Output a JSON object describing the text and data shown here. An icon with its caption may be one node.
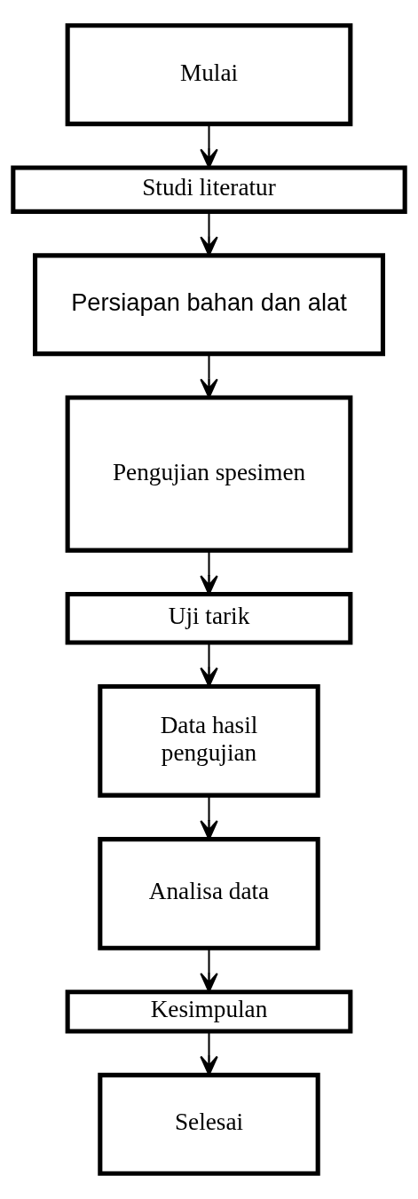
{
  "diagram": {
    "nodes": [
      {
        "text": [
          "Mulai"
        ]
      },
      {
        "text": [
          "Studi literatur"
        ]
      },
      {
        "text": [
          "Persiapan bahan dan alat"
        ]
      },
      {
        "text": [
          "Pengujian spesimen"
        ]
      },
      {
        "text": [
          "Uji tarik"
        ]
      },
      {
        "text": [
          "Data hasil pengujian"
        ]
      },
      {
        "text": [
          "Analisa data"
        ]
      },
      {
        "text": [
          "Kesimpulan"
        ]
      },
      {
        "text": [
          "Selesai"
        ]
      }
    ],
    "edges": [
      {
        "from": 0,
        "to": 1,
        "arrow": "to"
      },
      {
        "from": 1,
        "to": 2,
        "arrow": "to"
      },
      {
        "from": 2,
        "to": 3,
        "arrow": "to"
      },
      {
        "from": 3,
        "to": 4,
        "arrow": "to"
      },
      {
        "from": 4,
        "to": 5,
        "arrow": "to"
      },
      {
        "from": 5,
        "to": 6,
        "arrow": "to"
      },
      {
        "from": 6,
        "to": 7,
        "arrow": "to"
      },
      {
        "from": 7,
        "to": 8,
        "arrow": "to"
      }
    ]
  }
}
